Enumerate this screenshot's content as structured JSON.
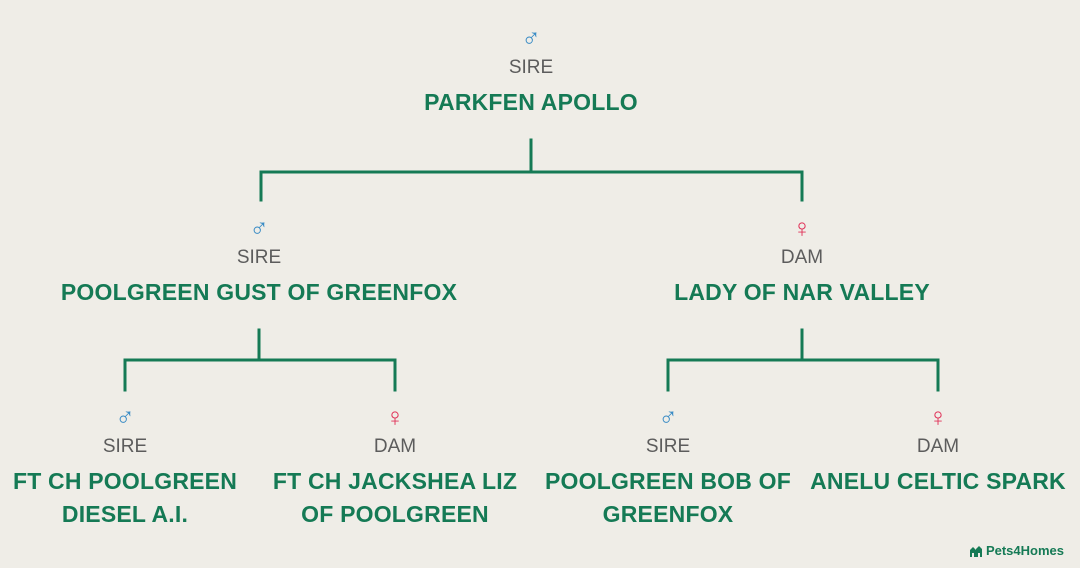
{
  "colors": {
    "line": "#157a55",
    "name": "#157a55",
    "male": "#3a8cc5",
    "female": "#e0345a",
    "role": "#5c5c5c",
    "background": "#efede7"
  },
  "root": {
    "symbol": "♂",
    "icon": "male-icon",
    "role": "SIRE",
    "name": "PARKFEN APOLLO"
  },
  "level1": [
    {
      "symbol": "♂",
      "icon": "male-icon",
      "role": "SIRE",
      "name": "POOLGREEN GUST OF GREENFOX"
    },
    {
      "symbol": "♀",
      "icon": "female-icon",
      "role": "DAM",
      "name": "LADY OF NAR VALLEY"
    }
  ],
  "level2": [
    {
      "symbol": "♂",
      "icon": "male-icon",
      "role": "SIRE",
      "name_line1": "FT CH POOLGREEN",
      "name_line2": "DIESEL A.I."
    },
    {
      "symbol": "♀",
      "icon": "female-icon",
      "role": "DAM",
      "name_line1": "FT CH JACKSHEA LIZ",
      "name_line2": "OF POOLGREEN"
    },
    {
      "symbol": "♂",
      "icon": "male-icon",
      "role": "SIRE",
      "name_line1": "POOLGREEN BOB OF",
      "name_line2": "GREENFOX"
    },
    {
      "symbol": "♀",
      "icon": "female-icon",
      "role": "DAM",
      "name_line1": "ANELU CELTIC SPARK",
      "name_line2": ""
    }
  ],
  "branding": {
    "logo_text": "Pets4Homes",
    "logo_icon": "pets4homes-logo-icon"
  }
}
